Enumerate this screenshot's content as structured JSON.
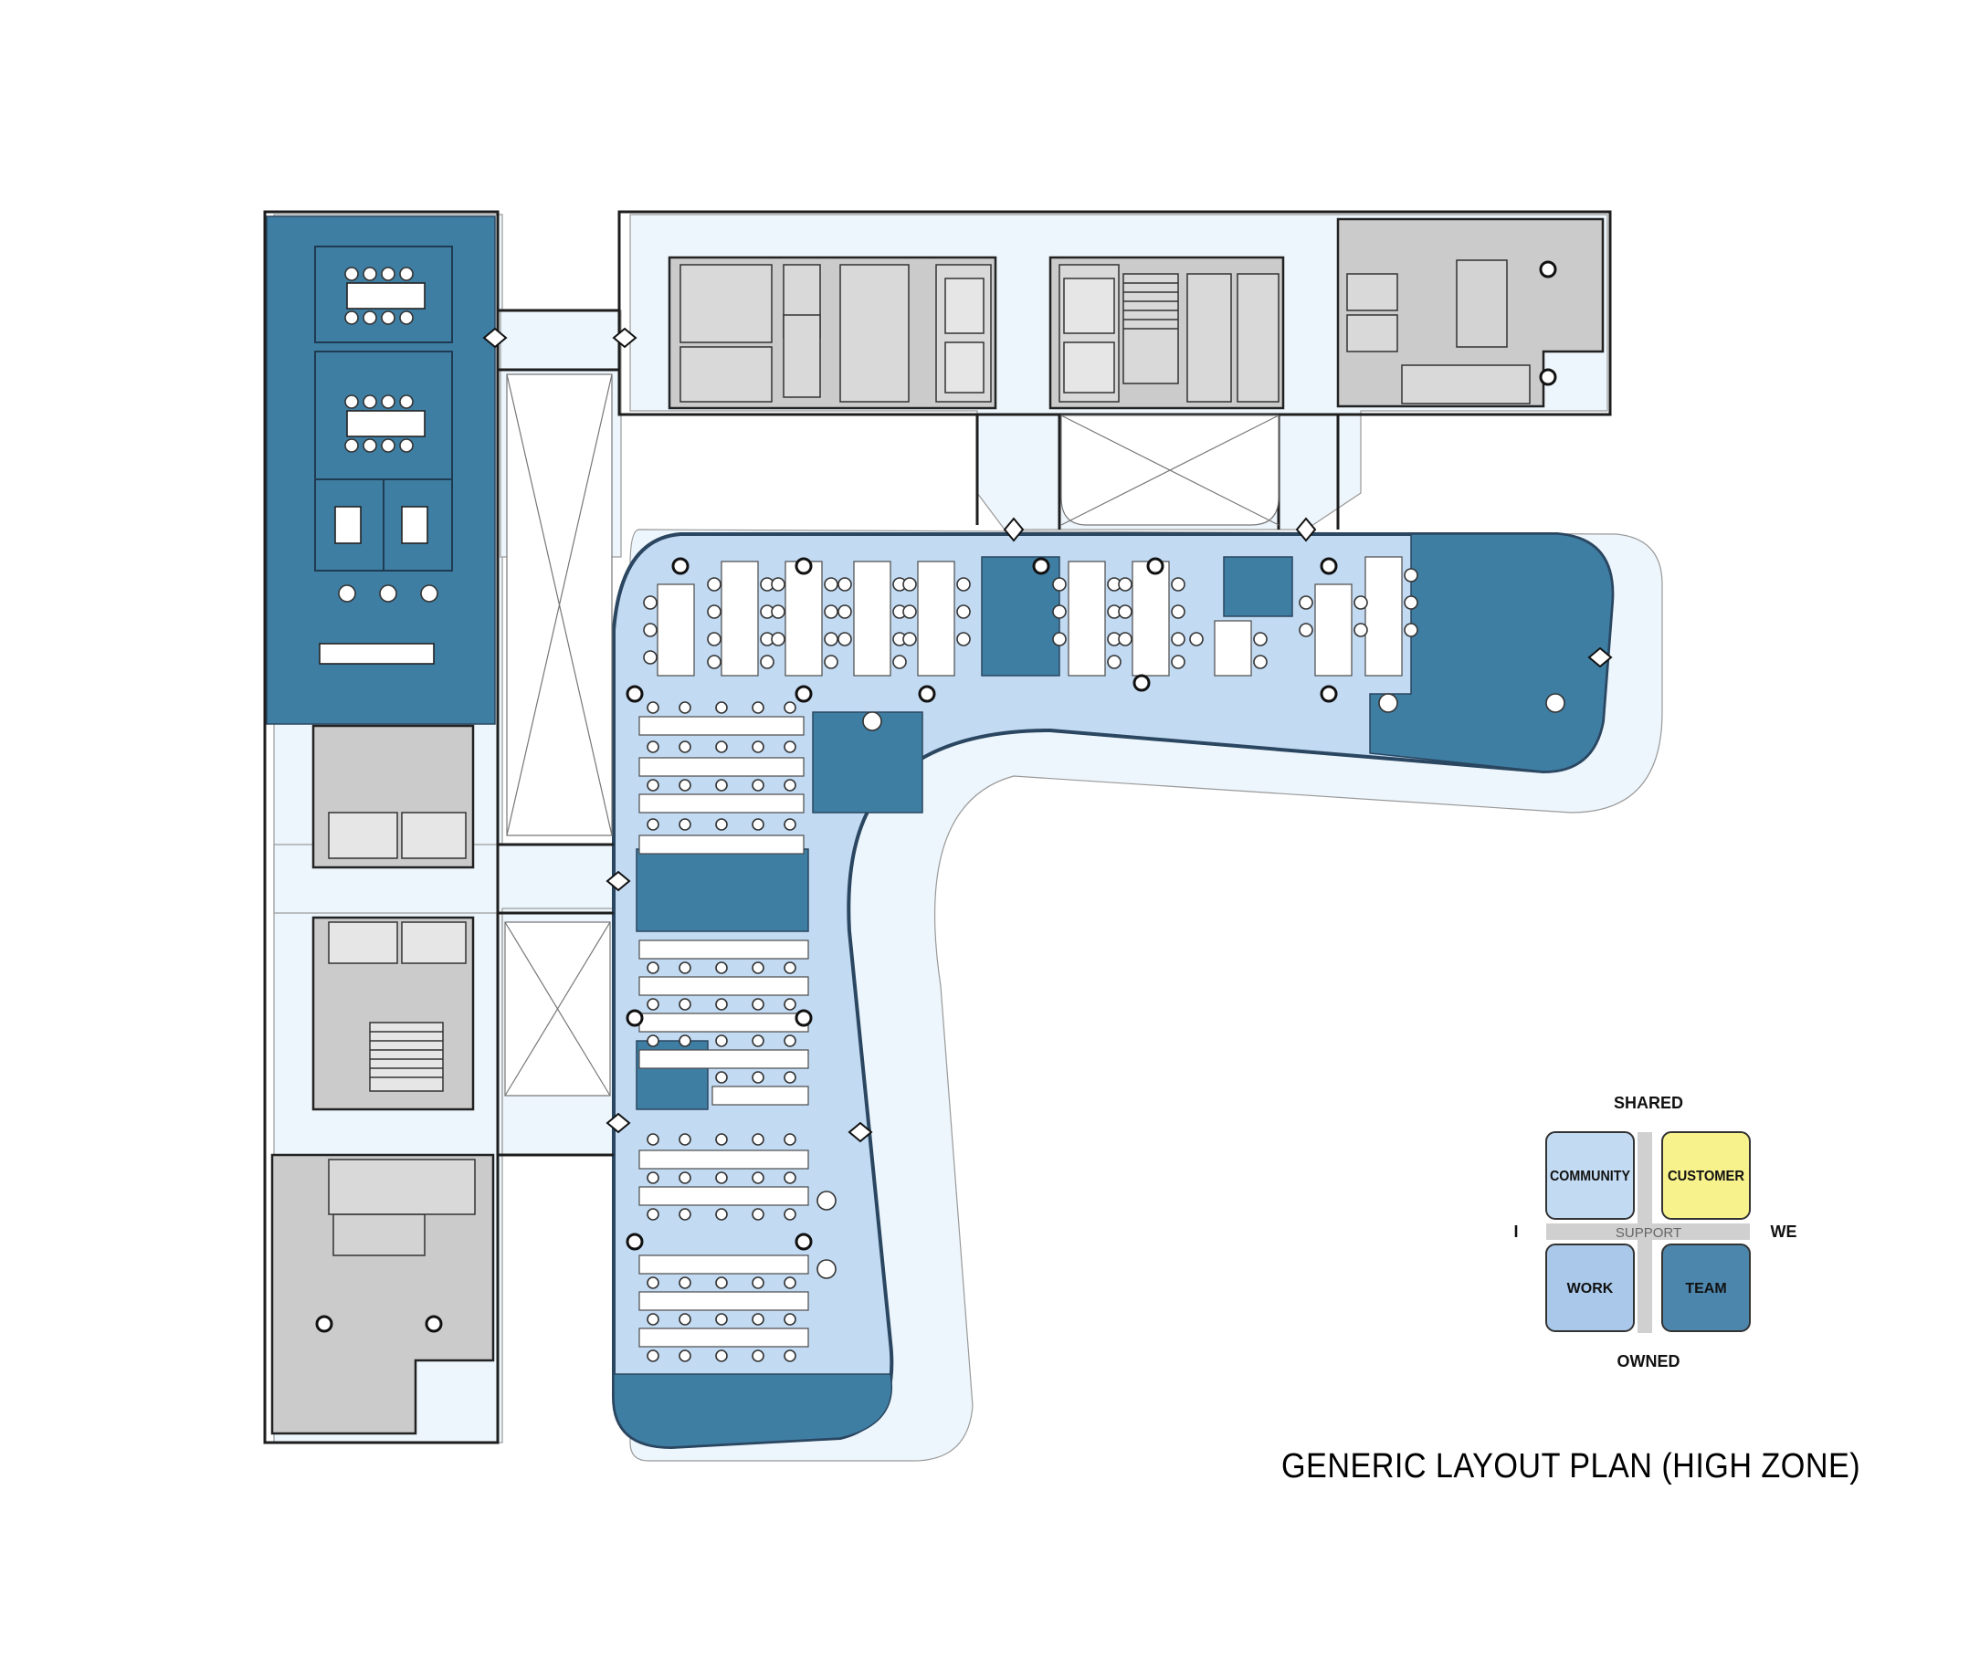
{
  "title": "GENERIC LAYOUT PLAN (HIGH ZONE)",
  "legend": {
    "top_axis": "SHARED",
    "bottom_axis": "OWNED",
    "left_axis": "I",
    "right_axis": "WE",
    "center": "SUPPORT",
    "zones": [
      {
        "label": "COMMUNITY",
        "color": "#c2daf2"
      },
      {
        "label": "CUSTOMER",
        "color": "#f7f28c"
      },
      {
        "label": "WORK",
        "color": "#a9c8ea"
      },
      {
        "label": "TEAM",
        "color": "#4d86ac"
      }
    ],
    "support_color": "#d0d0d0"
  },
  "colors": {
    "team": "#3f7ea3",
    "community": "#c2daf2",
    "circulation": "#edf6fc",
    "core": "#cbcbcb",
    "wall": "#1e1e1e"
  }
}
